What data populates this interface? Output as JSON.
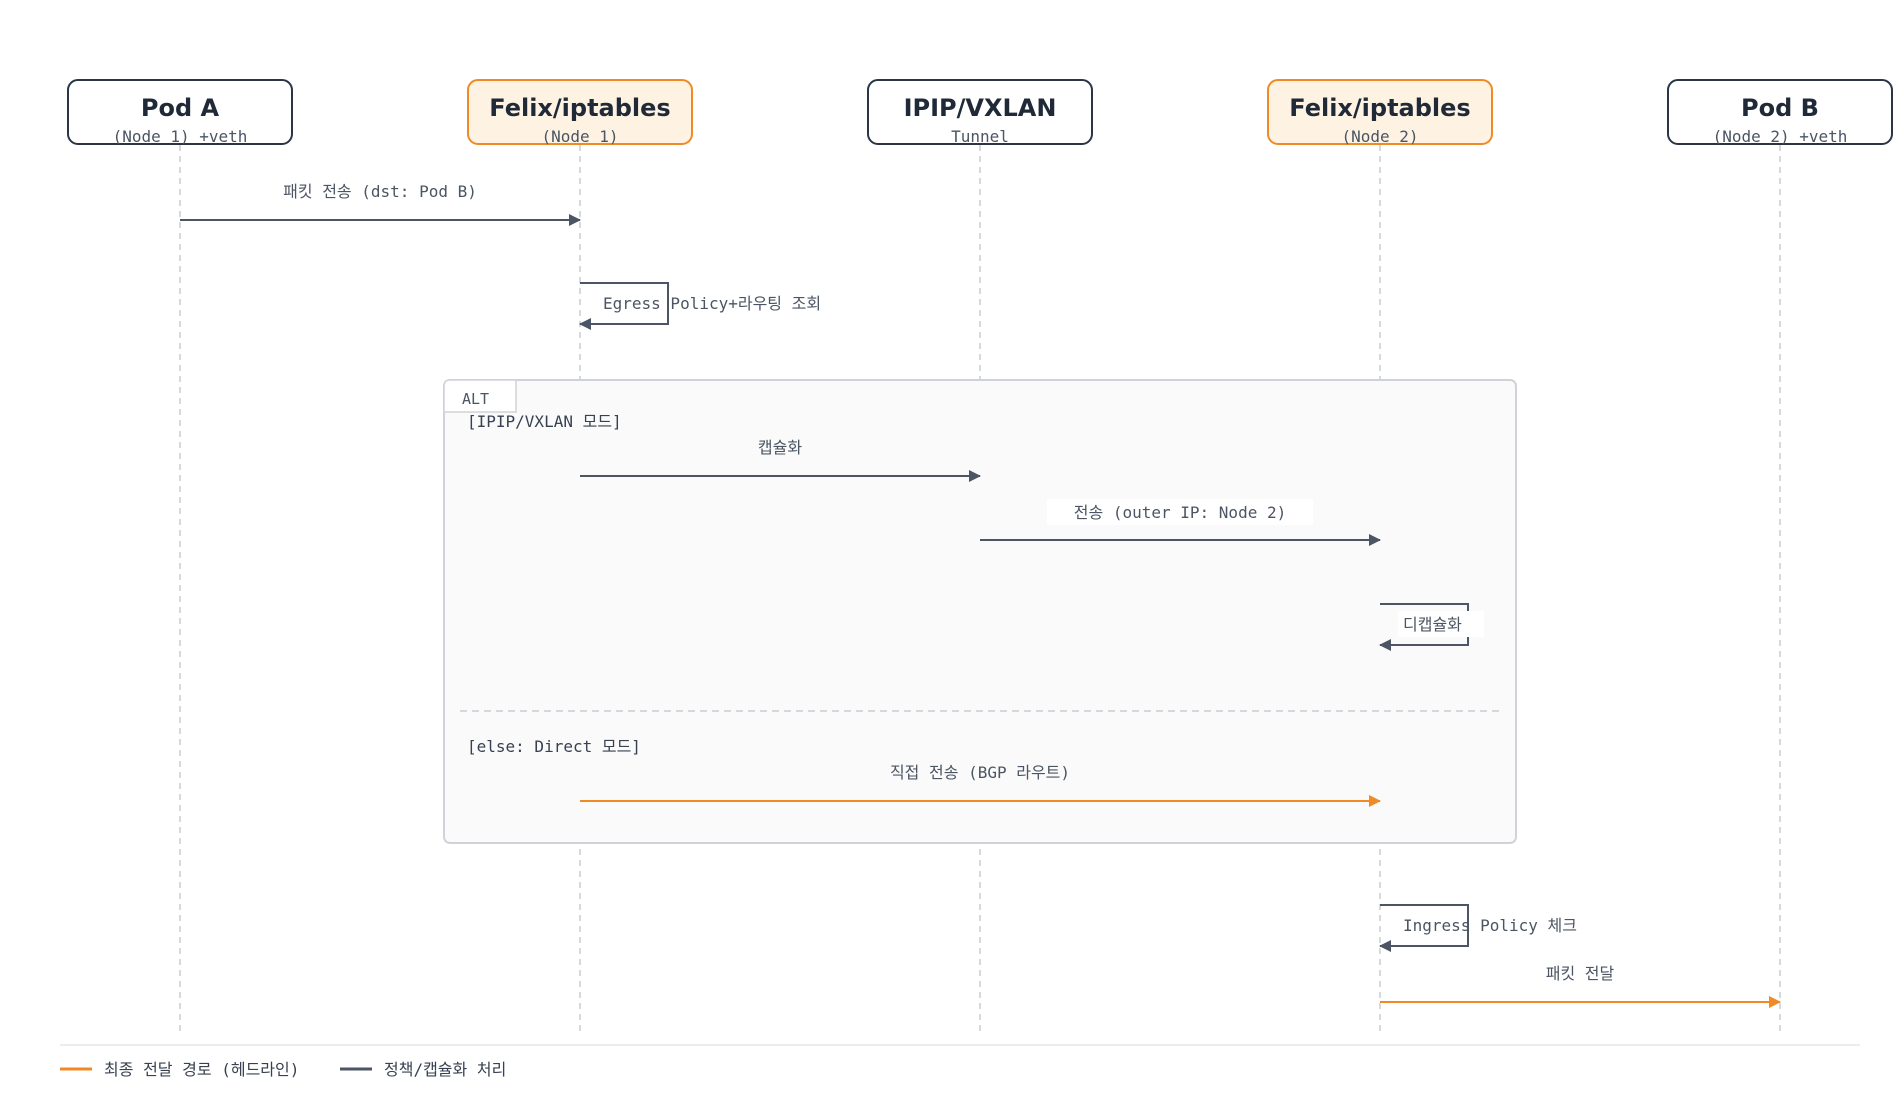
{
  "participants": [
    {
      "title": "Pod A",
      "sub": "(Node 1) +veth",
      "accent": false
    },
    {
      "title": "Felix/iptables",
      "sub": "(Node 1)",
      "accent": true
    },
    {
      "title": "IPIP/VXLAN",
      "sub": "Tunnel",
      "accent": false
    },
    {
      "title": "Felix/iptables",
      "sub": "(Node 2)",
      "accent": true
    },
    {
      "title": "Pod B",
      "sub": "(Node 2) +veth",
      "accent": false
    }
  ],
  "messages": [
    {
      "from": 0,
      "to": 1,
      "label": "패킷 전송 (dst: Pod B)",
      "final": false
    },
    {
      "from": 1,
      "to": 1,
      "label": "Egress Policy+라우팅 조회",
      "final": false
    },
    {
      "from": 1,
      "to": 2,
      "label": "캡슐화",
      "final": false
    },
    {
      "from": 2,
      "to": 3,
      "label": "전송 (outer IP: Node 2)",
      "final": false
    },
    {
      "from": 3,
      "to": 3,
      "label": "디캡슐화",
      "final": false
    },
    {
      "from": 1,
      "to": 3,
      "label": "직접 전송 (BGP 라우트)",
      "final": true
    },
    {
      "from": 3,
      "to": 3,
      "label": "Ingress Policy 체크",
      "final": false
    },
    {
      "from": 3,
      "to": 4,
      "label": "패킷 전달",
      "final": true
    }
  ],
  "alt": {
    "label": "ALT",
    "condition1": "[IPIP/VXLAN 모드]",
    "condition2": "[else: Direct 모드]"
  },
  "legend": {
    "final_path": "최종 전달 경로 (헤드라인)",
    "processing": "정책/캡슐화 처리"
  },
  "colors": {
    "final": "#f08a24",
    "normal": "#4b5563"
  }
}
